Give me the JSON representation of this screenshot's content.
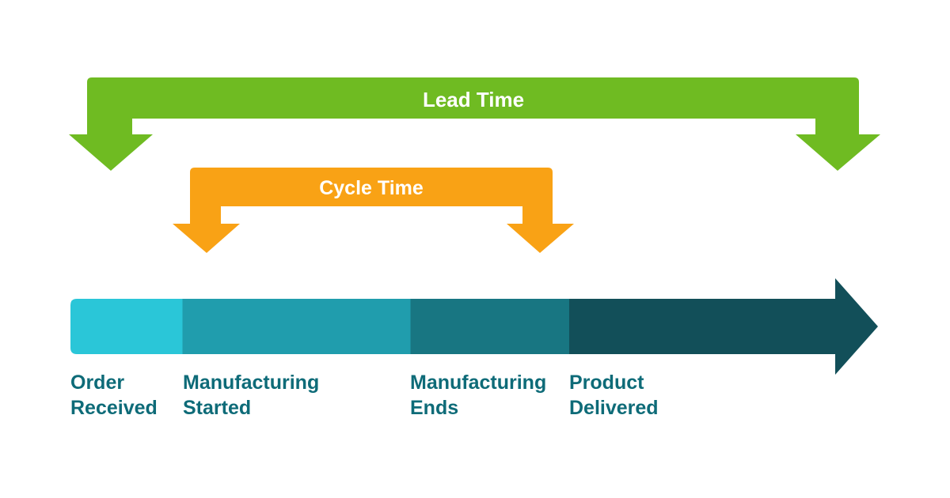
{
  "lead_time": {
    "label": "Lead Time",
    "color": "#6fbb22"
  },
  "cycle_time": {
    "label": "Cycle Time",
    "color": "#f9a215"
  },
  "timeline": {
    "segment_colors": [
      "#2ac6d8",
      "#209dad",
      "#187682",
      "#124f59"
    ],
    "stages": [
      {
        "line1": "Order",
        "line2": "Received"
      },
      {
        "line1": "Manufacturing",
        "line2": "Started"
      },
      {
        "line1": "Manufacturing",
        "line2": "Ends"
      },
      {
        "line1": "Product",
        "line2": "Delivered"
      }
    ],
    "label_color": "#0e6b78"
  }
}
